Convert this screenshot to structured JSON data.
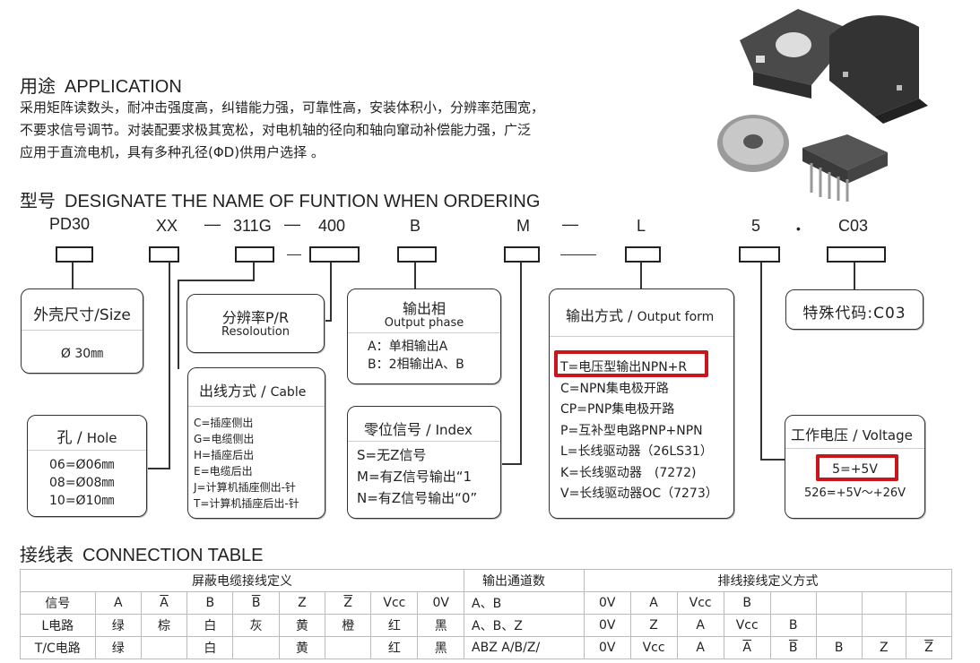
{
  "application": {
    "title_cn": "用途",
    "title_en": "APPLICATION",
    "lines": [
      "采用矩阵读数头，耐冲击强度高，纠错能力强，可靠性高，安装体积小，分辨率范围宽，",
      "不要求信号调节。对装配要求极其宽松，对电机轴的径向和轴向窜动补偿能力强，广泛",
      "应用于直流电机，具有多种孔径(ΦD)供用户选择 。"
    ]
  },
  "designate": {
    "title_cn": "型号",
    "title_en": "DESIGNATE THE NAME OF FUNTION WHEN ORDERING",
    "codes": {
      "c1": "PD30",
      "c2": "XX",
      "d1": "—",
      "c3": "311G",
      "d2": "—",
      "c4": "400",
      "c5": "B",
      "c6": "M",
      "d3": "—",
      "c7": "L",
      "c8": "5",
      "dot": "•",
      "c9": "C03"
    }
  },
  "boxes": {
    "size": {
      "title": "外壳尺寸/Size",
      "value": "Ø 30㎜"
    },
    "hole": {
      "title_cn": "孔 /",
      "title_en": "Hole",
      "lines": [
        "06=Ø06㎜",
        "08=Ø08㎜",
        "10=Ø10㎜"
      ]
    },
    "resolution": {
      "title": "分辨率P/R",
      "sub": "Resoloution"
    },
    "cable": {
      "title_cn": "出线方式 /",
      "title_en": "Cable",
      "lines": [
        "C=插座侧出",
        "G=电缆侧出",
        "H=插座后出",
        "E=电缆后出",
        "J=计算机插座侧出-针",
        "T=计算机插座后出-针"
      ]
    },
    "phase": {
      "title": "输出相",
      "sub": "Output phase",
      "lines": [
        "A：单相输出A",
        "B：2相输出A、B"
      ]
    },
    "index": {
      "title_cn": "零位信号 /",
      "title_en": "Index",
      "lines": [
        "S=无Z信号",
        "M=有Z信号输出“1",
        "N=有Z信号输出“0”"
      ]
    },
    "output": {
      "title_cn": "输出方式 /",
      "title_en": "Output form",
      "lines": [
        "T=电压型输出NPN+R",
        "C=NPN集电极开路",
        "CP=PNP集电极开路",
        "P=互补型电路PNP+NPN",
        "L=长线驱动器（26LS31）",
        "K=长线驱动器　(7272)",
        "V=长线驱动器OC（7273）"
      ]
    },
    "special": {
      "title": "特殊代码:C03"
    },
    "voltage": {
      "title_cn": "工作电压 /",
      "title_en": "Voltage",
      "lines": [
        "5=+5V",
        "526=+5V～+26V"
      ]
    }
  },
  "connection": {
    "title_cn": "接线表",
    "title_en": "CONNECTION  TABLE",
    "headers": [
      "屏蔽电缆接线定义",
      "输出通道数",
      "排线接线定义方式"
    ],
    "rows": [
      {
        "label": "信号",
        "cells": [
          "A",
          "A",
          "B",
          "B",
          "Z",
          "Z",
          "Vcc",
          "0V"
        ],
        "channels": "A、B",
        "flat": [
          "0V",
          "A",
          "Vcc",
          "B",
          "",
          ""
        ]
      },
      {
        "label": "L电路",
        "cells": [
          "绿",
          "棕",
          "白",
          "灰",
          "黄",
          "橙",
          "红",
          "黑"
        ],
        "channels": "A、B、Z",
        "flat": [
          "0V",
          "Z",
          "A",
          "Vcc",
          "B",
          ""
        ]
      },
      {
        "label": "T/C电路",
        "cells": [
          "绿",
          "",
          "白",
          "",
          "黄",
          "",
          "红",
          "黑"
        ],
        "channels": "ABZ A/B/Z/",
        "flat": [
          "0V",
          "Vcc",
          "A",
          "A",
          "B",
          "B",
          "Z",
          "Z"
        ]
      }
    ]
  },
  "colors": {
    "highlight": "#c8161d",
    "text": "#222222"
  }
}
